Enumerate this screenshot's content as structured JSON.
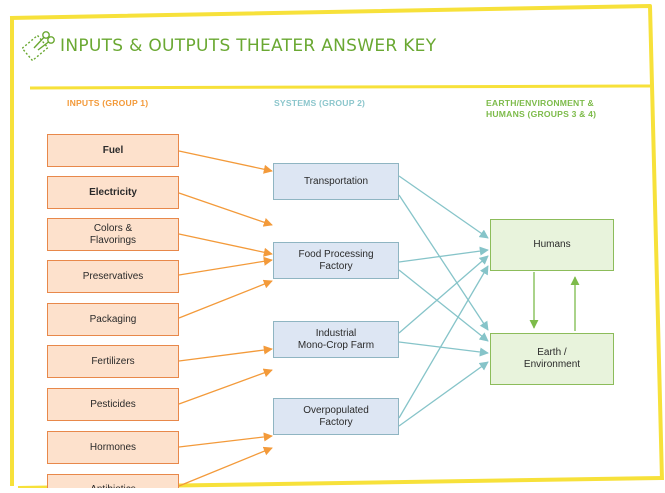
{
  "header": {
    "title": "INPUTS & OUTPUTS THEATER ANSWER KEY"
  },
  "columns": {
    "inputs": "INPUTS (GROUP 1)",
    "systems": "SYSTEMS (GROUP 2)",
    "earth_line1": "EARTH/ENVIRONMENT &",
    "earth_line2": "HUMANS (GROUPS 3 & 4)"
  },
  "inputs": [
    {
      "line1": "Fuel",
      "line2": ""
    },
    {
      "line1": "Electricity",
      "line2": ""
    },
    {
      "line1": "Colors &",
      "line2": "Flavorings"
    },
    {
      "line1": "Preservatives",
      "line2": ""
    },
    {
      "line1": "Packaging",
      "line2": ""
    },
    {
      "line1": "Fertilizers",
      "line2": ""
    },
    {
      "line1": "Pesticides",
      "line2": ""
    },
    {
      "line1": "Hormones",
      "line2": ""
    },
    {
      "line1": "Antibiotics",
      "line2": ""
    }
  ],
  "systems": [
    {
      "line1": "Transportation",
      "line2": ""
    },
    {
      "line1": "Food Processing",
      "line2": "Factory"
    },
    {
      "line1": "Industrial",
      "line2": "Mono-Crop Farm"
    },
    {
      "line1": "Overpopulated",
      "line2": "Factory"
    }
  ],
  "outputs": [
    {
      "line1": "Humans",
      "line2": ""
    },
    {
      "line1": "Earth /",
      "line2": "Environment"
    }
  ],
  "colors": {
    "title": "#6aa832",
    "frame": "#f7e13a",
    "input_fill": "#fde1cc",
    "input_border": "#e8884a",
    "input_arrow": "#f39a3a",
    "system_fill": "#dde6f3",
    "system_arrow": "#86c4c9",
    "earth_fill": "#e8f3dc",
    "earth_arrow": "#7dbb4a"
  }
}
